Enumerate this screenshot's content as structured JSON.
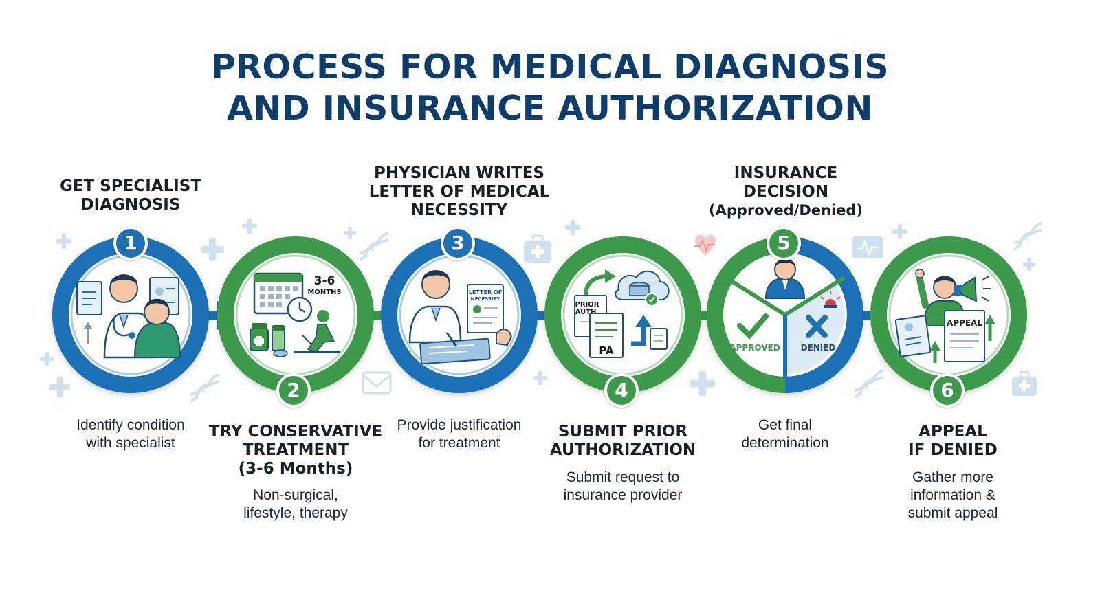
{
  "title": {
    "line1": "PROCESS FOR MEDICAL DIAGNOSIS",
    "line2": "AND INSURANCE AUTHORIZATION"
  },
  "colors": {
    "blue": "#1f6fb5",
    "green": "#3d9a4c",
    "navy": "#0f3d6b",
    "light_deco": "#cfe1ee"
  },
  "steps": [
    {
      "number": "1",
      "title_lines": [
        "GET SPECIALIST",
        "DIAGNOSIS"
      ],
      "desc_lines": [
        "Identify condition",
        "with specialist"
      ],
      "icon": "doctor-examining-patient-icon"
    },
    {
      "number": "2",
      "title_lines": [
        "TRY CONSERVATIVE",
        "TREATMENT"
      ],
      "title_sub": "(3-6 Months)",
      "desc_lines": [
        "Non-surgical,",
        "lifestyle, therapy"
      ],
      "icon": "calendar-therapy-icon",
      "icon_text": {
        "months_top": "3-6",
        "months_bottom": "MONTHS"
      }
    },
    {
      "number": "3",
      "title_lines": [
        "PHYSICIAN WRITES",
        "LETTER OF MEDICAL",
        "NECESSITY"
      ],
      "desc_lines": [
        "Provide justification",
        "for treatment"
      ],
      "icon": "physician-writing-letter-icon",
      "icon_text": {
        "letter_line1": "LETTER OF",
        "letter_line2": "NECESSITY"
      }
    },
    {
      "number": "4",
      "title_lines": [
        "SUBMIT PRIOR",
        "AUTHORIZATION"
      ],
      "desc_lines": [
        "Submit request to",
        "insurance provider"
      ],
      "icon": "prior-auth-upload-icon",
      "icon_text": {
        "doc_line1": "PRIOR",
        "doc_line2": "AUTH",
        "pa": "PA"
      }
    },
    {
      "number": "5",
      "title_lines": [
        "INSURANCE",
        "DECISION"
      ],
      "title_sub": "(Approved/Denied)",
      "desc_lines": [
        "Get final",
        "determination"
      ],
      "icon": "decision-split-icon",
      "icon_text": {
        "approved": "APPROVED",
        "denied": "DENIED"
      }
    },
    {
      "number": "6",
      "title_lines": [
        "APPEAL",
        "IF DENIED"
      ],
      "desc_lines": [
        "Gather more",
        "information &",
        "submit appeal"
      ],
      "icon": "appeal-megaphone-icon",
      "icon_text": {
        "appeal": "APPEAL"
      }
    }
  ]
}
